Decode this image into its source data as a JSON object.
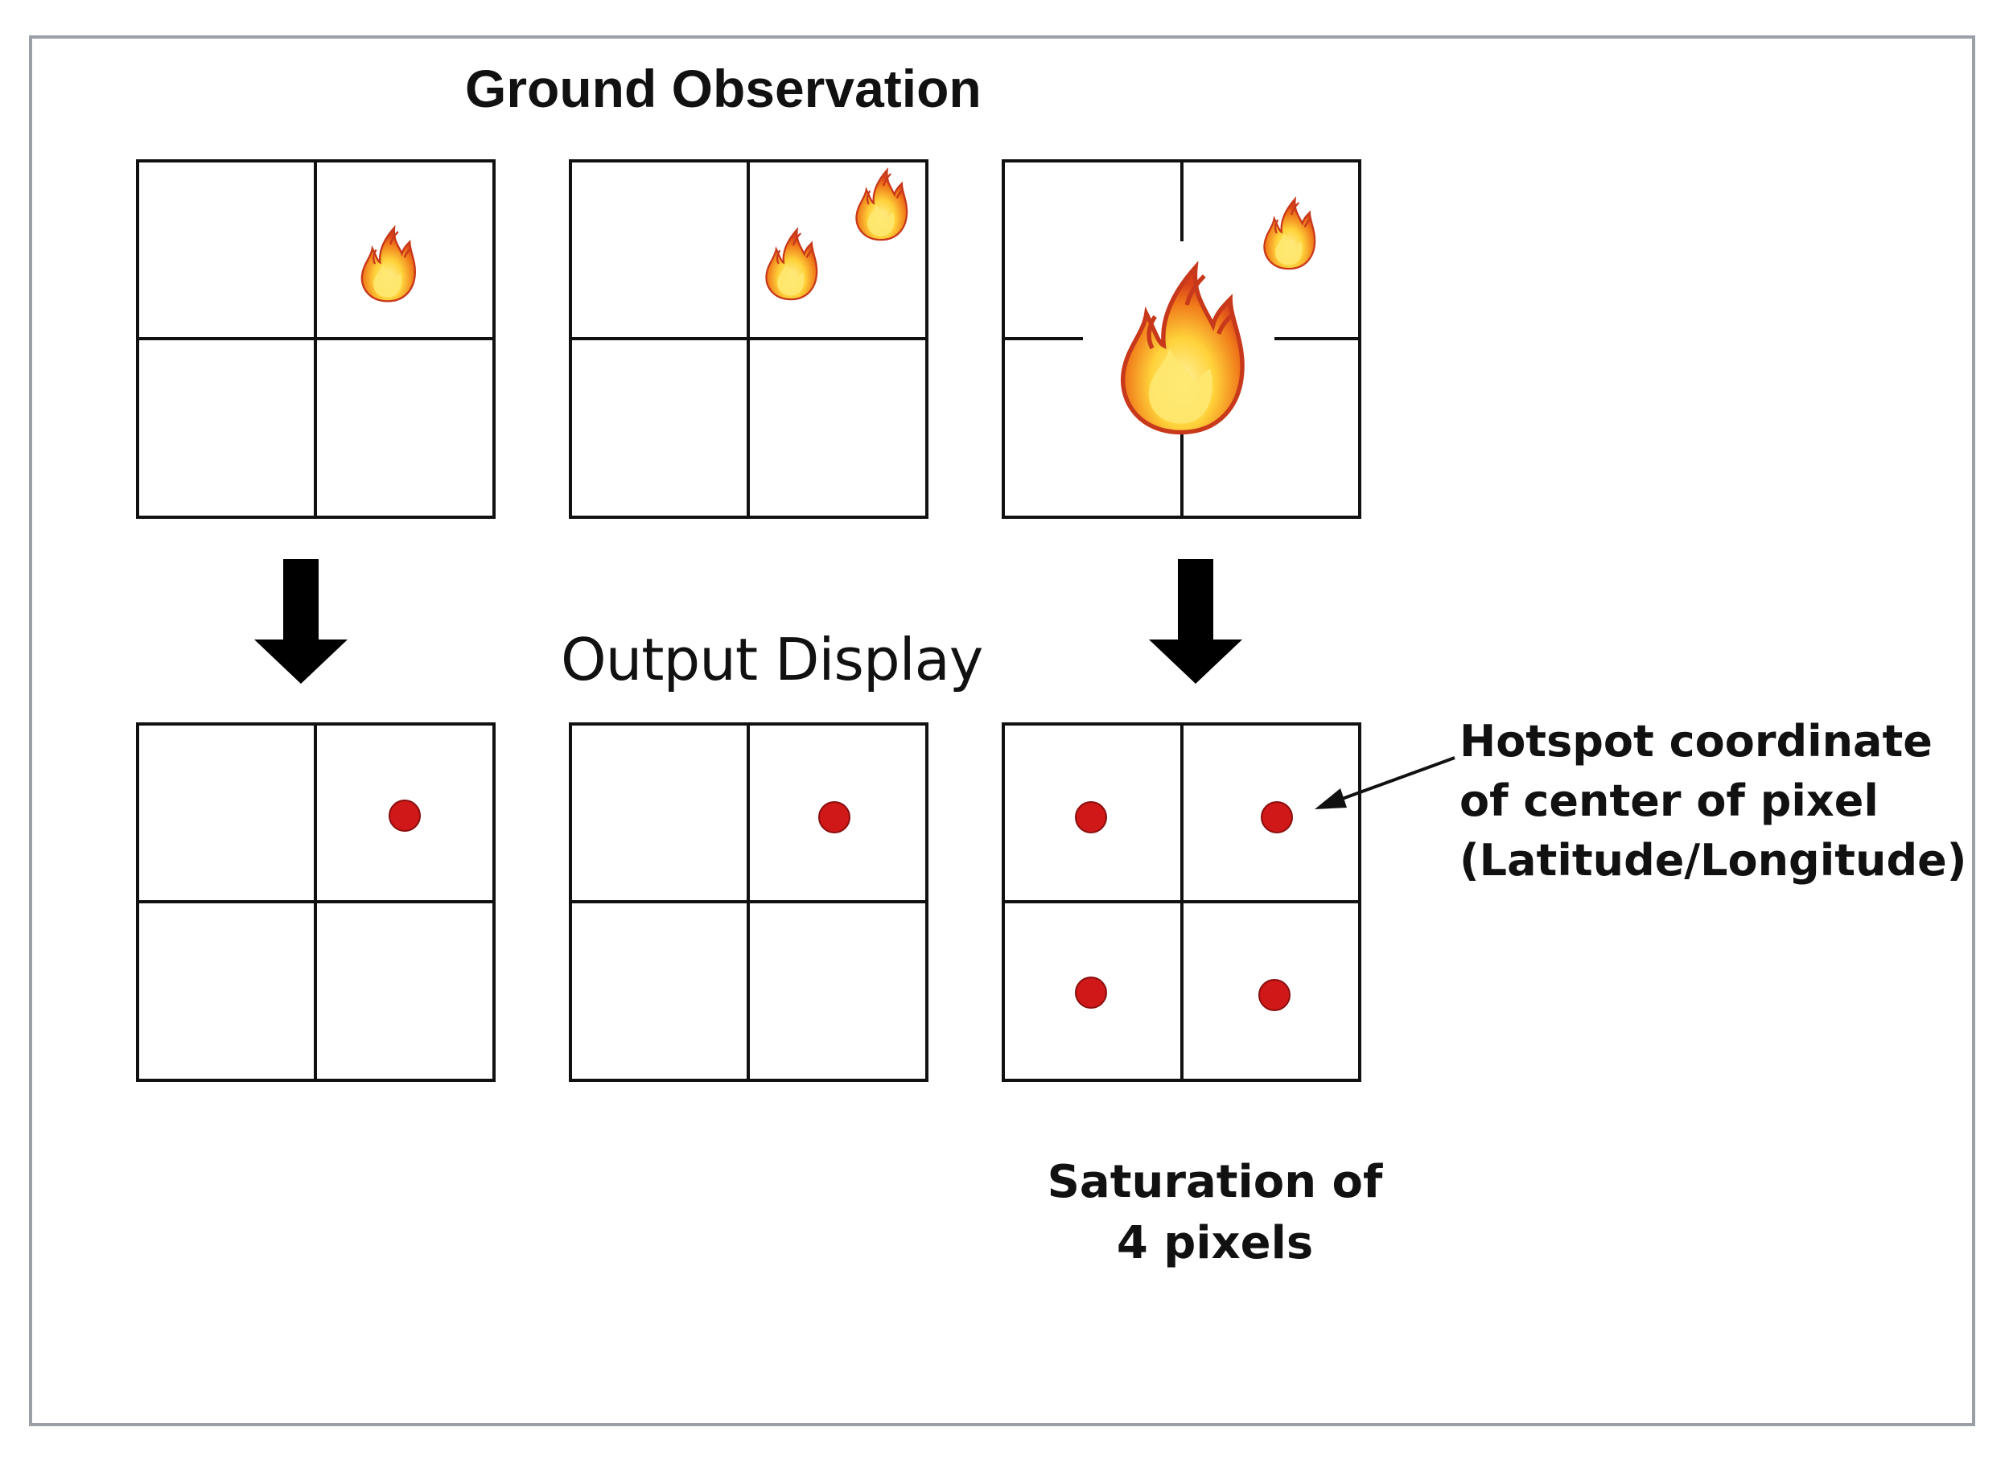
{
  "diagram": {
    "title_ground": "Ground Observation",
    "title_output": "Output Display",
    "annotation_lines": [
      "Hotspot coordinate",
      "of center of pixel",
      "(Latitude/Longitude)"
    ],
    "caption_lines": [
      "Saturation of",
      "4 pixels"
    ],
    "colors": {
      "grid_line": "#111111",
      "hotspot_dot": "#d01818",
      "arrow": "#000000",
      "frame_border": "#9aa0a6",
      "flame_outer": "#e8501a",
      "flame_inner": "#ffd23a"
    },
    "icons": {
      "fire": "fire-icon",
      "hotspot": "hotspot-dot-icon",
      "down_arrow": "down-arrow-icon",
      "pointer_arrow": "pointer-arrow-icon"
    }
  }
}
